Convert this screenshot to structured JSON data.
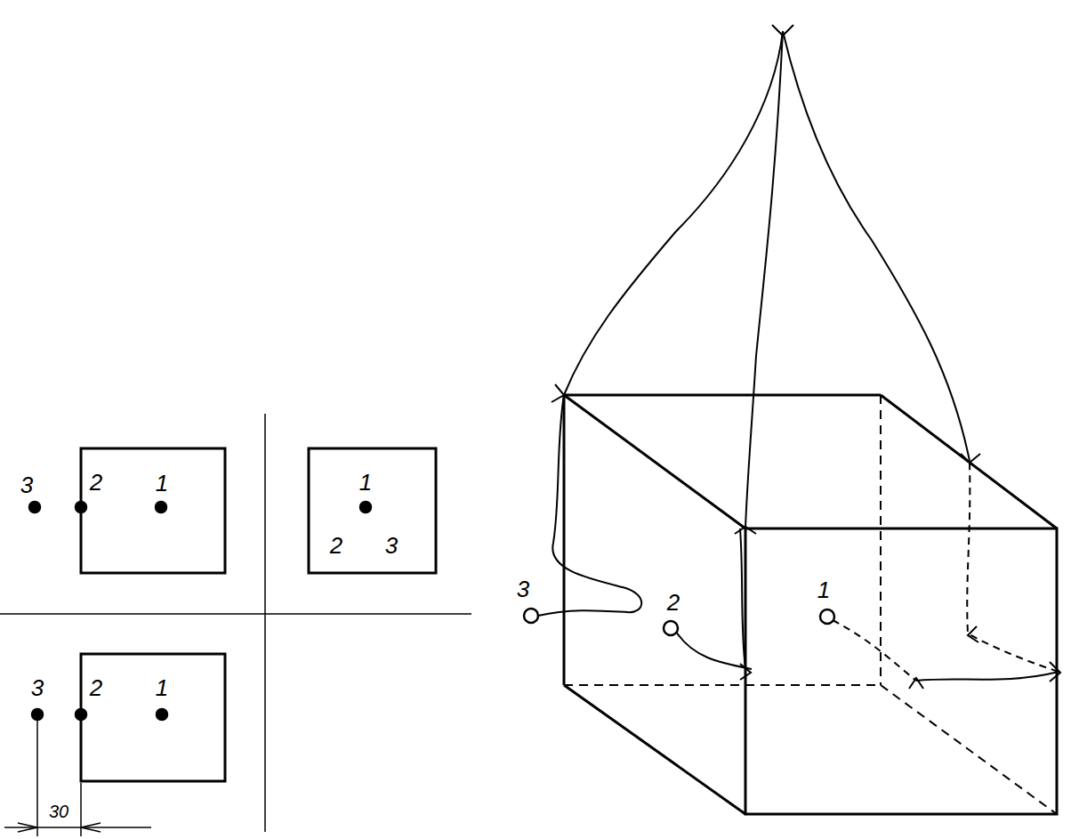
{
  "diagram": {
    "labels": [
      "3",
      "2",
      "1",
      "1",
      "2",
      "3",
      "3",
      "2",
      "1",
      "30",
      "3",
      "2",
      "1"
    ]
  }
}
